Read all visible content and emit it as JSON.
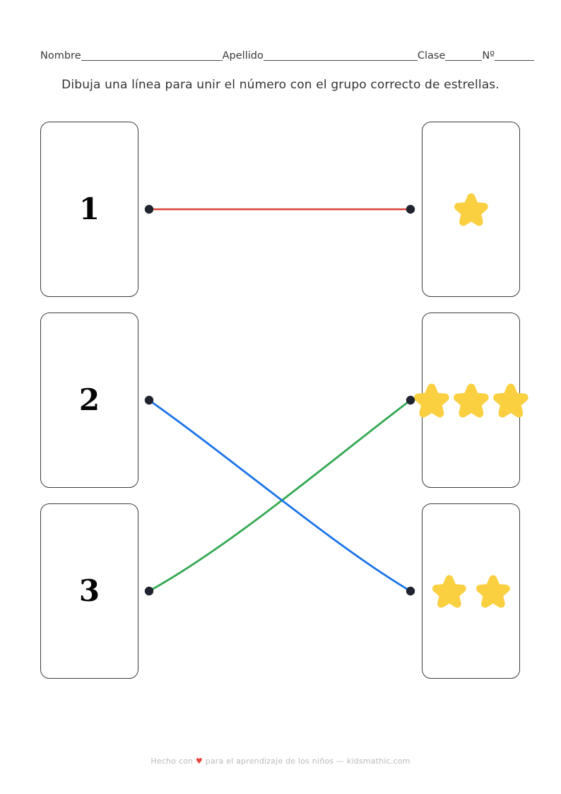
{
  "header": {
    "fields": [
      {
        "label": "Nombre"
      },
      {
        "label": "Apellido"
      },
      {
        "label": "Clase"
      },
      {
        "label": "Nº"
      }
    ]
  },
  "instruction": "Dibuja una línea para unir el número con el grupo correcto de estrellas.",
  "exercise": {
    "left_cards": [
      {
        "numeral": "1"
      },
      {
        "numeral": "2"
      },
      {
        "numeral": "3"
      }
    ],
    "right_cards": [
      {
        "star_count": 1,
        "stars": "★"
      },
      {
        "star_count": 3,
        "stars": "★★★"
      },
      {
        "star_count": 2,
        "stars": "★★"
      }
    ],
    "connections": [
      {
        "from": "1",
        "to": "one-star",
        "color": "#DB4437",
        "style": "straight"
      },
      {
        "from": "2",
        "to": "two-stars",
        "color": "#1A73E8",
        "style": "curve"
      },
      {
        "from": "3",
        "to": "three-stars",
        "color": "#34A853",
        "style": "curve"
      }
    ],
    "dot_color": "#1f2430",
    "star_color": "#FAD041",
    "card_border_color": "#3d3d3d"
  },
  "footer": {
    "prefix": "Hecho con",
    "heart": "♥",
    "suffix": "para el aprendizaje de los niños — kidsmathic.com"
  }
}
